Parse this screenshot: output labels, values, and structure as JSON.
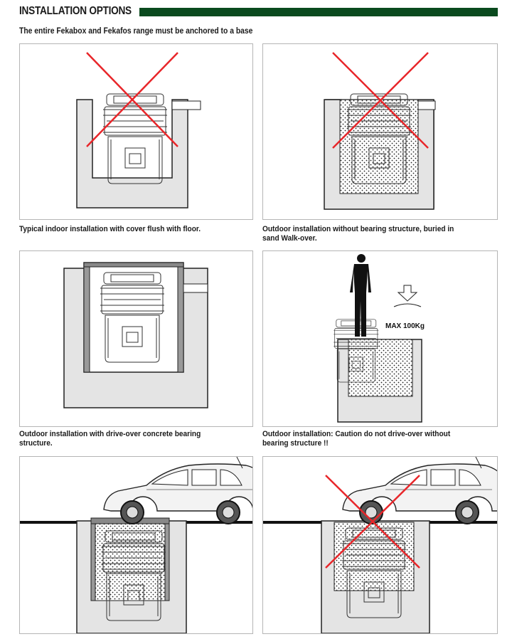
{
  "header": {
    "title": "INSTALLATION OPTIONS",
    "accent_color": "#0a4a1e"
  },
  "subtitle": "The entire Fekabox and Fekafos range must be anchored to a base",
  "panels": [
    {
      "caption": "Typical indoor installation with cover flush with floor.",
      "status": "not-recommended"
    },
    {
      "caption": "Outdoor installation without bearing structure, buried in sand Walk-over.",
      "status": "not-recommended"
    },
    {
      "caption": "Outdoor installation with drive-over concrete bearing structure.",
      "status": "ok"
    },
    {
      "caption": "Outdoor installation: Caution do not drive-over without bearing structure !!",
      "status": "ok",
      "load_label": "MAX 100Kg"
    },
    {
      "caption": "",
      "status": "ok"
    },
    {
      "caption": "",
      "status": "not-recommended"
    }
  ],
  "icons": [
    "cross-mark-icon",
    "person-silhouette-icon",
    "load-arrow-icon",
    "car-icon"
  ],
  "colors": {
    "cross": "#e8262a",
    "ground": "#e4e4e4"
  }
}
